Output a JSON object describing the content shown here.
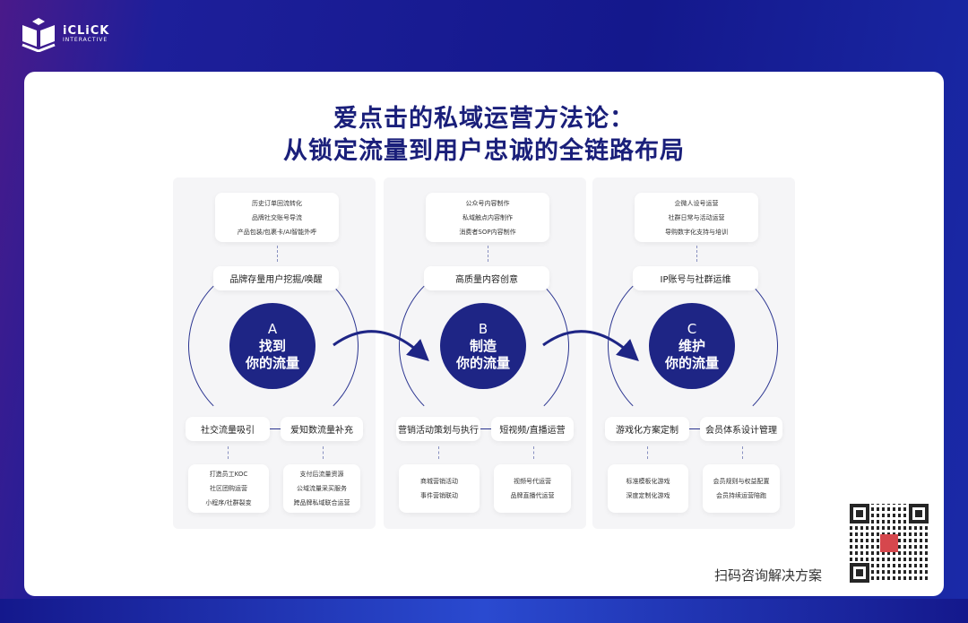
{
  "brand": {
    "name": "iCLiCK",
    "sub": "INTERACTIVE"
  },
  "title": {
    "line1": "爱点击的私域运营方法论：",
    "line2": "从锁定流量到用户忠诚的全链路布局"
  },
  "panels": [
    {
      "letter": "A",
      "name1": "找到",
      "name2": "你的流量",
      "top_items": [
        "历史订单回流转化",
        "品牌社交账号导流",
        "产品包装/包裹卡/AI智能外呼"
      ],
      "top_label": "品牌存量用户挖掘/唤醒",
      "left_label": "社交流量吸引",
      "right_label": "爱知数流量补充",
      "left_items": [
        "打造员工KOC",
        "社区团购运营",
        "小程序/社群裂变"
      ],
      "right_items": [
        "支付后流量资源",
        "公域流量采买服务",
        "跨品牌私域联合运营"
      ]
    },
    {
      "letter": "B",
      "name1": "制造",
      "name2": "你的流量",
      "top_items": [
        "公众号内容制作",
        "私域触点内容制作",
        "消费者SOP内容制作"
      ],
      "top_label": "高质量内容创意",
      "left_label": "营销活动策划与执行",
      "right_label": "短视频/直播运营",
      "left_items": [
        "商城营销活动",
        "事件营销联动"
      ],
      "right_items": [
        "视频号代运营",
        "品牌直播代运营"
      ]
    },
    {
      "letter": "C",
      "name1": "维护",
      "name2": "你的流量",
      "top_items": [
        "企微人设号运营",
        "社群日常与活动运营",
        "导购数字化支持与培训"
      ],
      "top_label": "IP账号与社群运维",
      "left_label": "游戏化方案定制",
      "right_label": "会员体系设计管理",
      "left_items": [
        "标准模板化游戏",
        "深度定制化游戏"
      ],
      "right_items": [
        "会员规则与权益配置",
        "会员持续运营陪跑"
      ]
    }
  ],
  "cta": "扫码咨询解决方案",
  "colors": {
    "primary": "#1e2585",
    "background": "#14188c"
  }
}
